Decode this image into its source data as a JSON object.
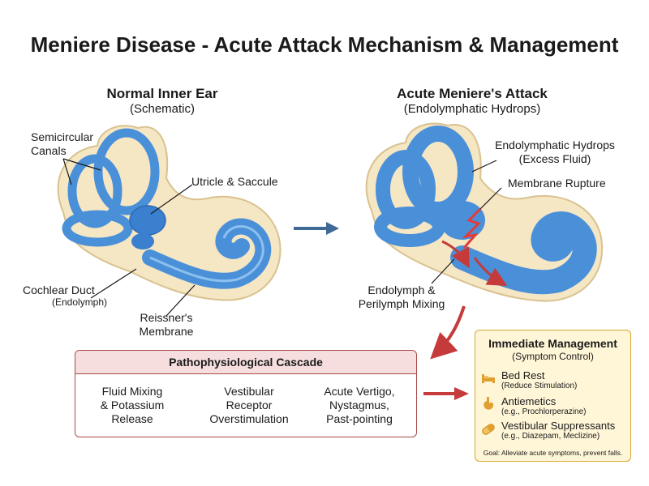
{
  "title": "Meniere Disease - Acute Attack Mechanism & Management",
  "normal_panel": {
    "title": "Normal Inner Ear",
    "subtitle": "(Schematic)",
    "labels": {
      "semicircular_line1": "Semicircular",
      "semicircular_line2": "Canals",
      "utricle": "Utricle & Saccule",
      "cochlear_duct": "Cochlear Duct",
      "endolymph": "(Endolymph)",
      "reissner_line1": "Reissner's",
      "reissner_line2": "Membrane"
    }
  },
  "attack_panel": {
    "title": "Acute Meniere's Attack",
    "subtitle": "(Endolymphatic Hydrops)",
    "labels": {
      "hydrops_line1": "Endolymphatic Hydrops",
      "hydrops_line2": "(Excess Fluid)",
      "rupture": "Membrane Rupture",
      "mixing_line1": "Endolymph &",
      "mixing_line2": "Perilymph Mixing"
    }
  },
  "cascade": {
    "title": "Pathophysiological Cascade",
    "steps": [
      {
        "line1": "Fluid Mixing",
        "line2": "& Potassium",
        "line3": "Release"
      },
      {
        "line1": "Vestibular",
        "line2": "Receptor",
        "line3": "Overstimulation"
      },
      {
        "line1": "Acute Vertigo,",
        "line2": "Nystagmus,",
        "line3": "Past-pointing"
      }
    ]
  },
  "management": {
    "title": "Immediate Management",
    "subtitle": "(Symptom Control)",
    "items": [
      {
        "icon": "bed-icon",
        "label": "Bed Rest",
        "note": "(Reduce Stimulation)"
      },
      {
        "icon": "stomach-icon",
        "label": "Antiemetics",
        "note": "(e.g., Prochlorperazine)"
      },
      {
        "icon": "pill-icon",
        "label": "Vestibular Suppressants",
        "note": "(e.g., Diazepam, Meclizine)"
      }
    ],
    "goal": "Goal: Alleviate acute symptoms, prevent falls."
  },
  "colors": {
    "fluid_blue": "#4a90d9",
    "outer_cream": "#f5e6c4",
    "arrow_blue": "#3f6a96",
    "arrow_red": "#c53a3a",
    "mgmt_border": "#d4a830"
  }
}
